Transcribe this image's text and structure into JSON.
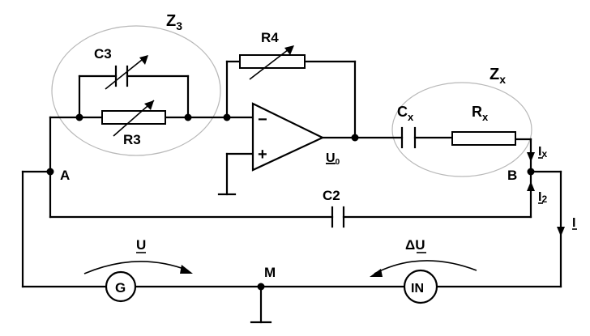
{
  "diagram": {
    "labels": {
      "z3_main": "Z",
      "z3_sub": "3",
      "zx_main": "Z",
      "zx_sub": "x",
      "c3": "C3",
      "r3": "R3",
      "r4": "R4",
      "cx_main": "C",
      "cx_sub": "x",
      "rx_main": "R",
      "rx_sub": "x",
      "u0_main": "U",
      "u0_sub": "0",
      "ix_main": "I",
      "ix_sub": "x",
      "i2_main": "I",
      "i2_sub": "2",
      "node_a": "A",
      "node_b": "B",
      "node_m": "M",
      "c2": "C2",
      "current_i": "I",
      "voltage_u": "U",
      "voltage_du": "ΔU",
      "generator": "G",
      "instrument": "IN",
      "opamp_minus": "−",
      "opamp_plus": "+"
    }
  }
}
